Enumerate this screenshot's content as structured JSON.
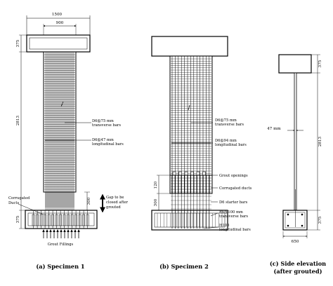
{
  "specimen1": {
    "caption": "(a) Specimen 1",
    "dims": {
      "overall_width": "1500",
      "inner_width": "900",
      "top_height": "375",
      "column_height": "2813",
      "bottom_height": "375",
      "gap": "300"
    },
    "labels": {
      "transverse": [
        "D6@75 mm",
        "transverse bars"
      ],
      "longitudinal": [
        "D6@47 mm",
        "longitudinal bars"
      ],
      "ducts": [
        "Corrugated",
        "Ducts"
      ],
      "gap": [
        "Gap to be",
        "closed after",
        "grouted"
      ],
      "fillings": "Grout Fillings"
    }
  },
  "specimen2": {
    "caption": "(b) Specimen 2",
    "dims": {
      "d120": "120",
      "d300": "300"
    },
    "labels": {
      "transverse": [
        "D6@75 mm",
        "transverse bars"
      ],
      "longitudinal": [
        "D6@94 mm",
        "longitudinal bars"
      ],
      "openings": "Grout openings",
      "ducts": "Corrugated ducts",
      "starter": "D6 starter bars",
      "r6": [
        "R6@100 mm",
        "transverse bars"
      ],
      "h100": [
        "H100",
        "longitudinal bars"
      ]
    }
  },
  "specimen3": {
    "caption": [
      "(c) Side elevation",
      "(after grouted)"
    ],
    "dims": {
      "top_height": "375",
      "height": "2813",
      "thickness": "47 mm",
      "bottom_height": "375",
      "base_width": "650"
    }
  }
}
